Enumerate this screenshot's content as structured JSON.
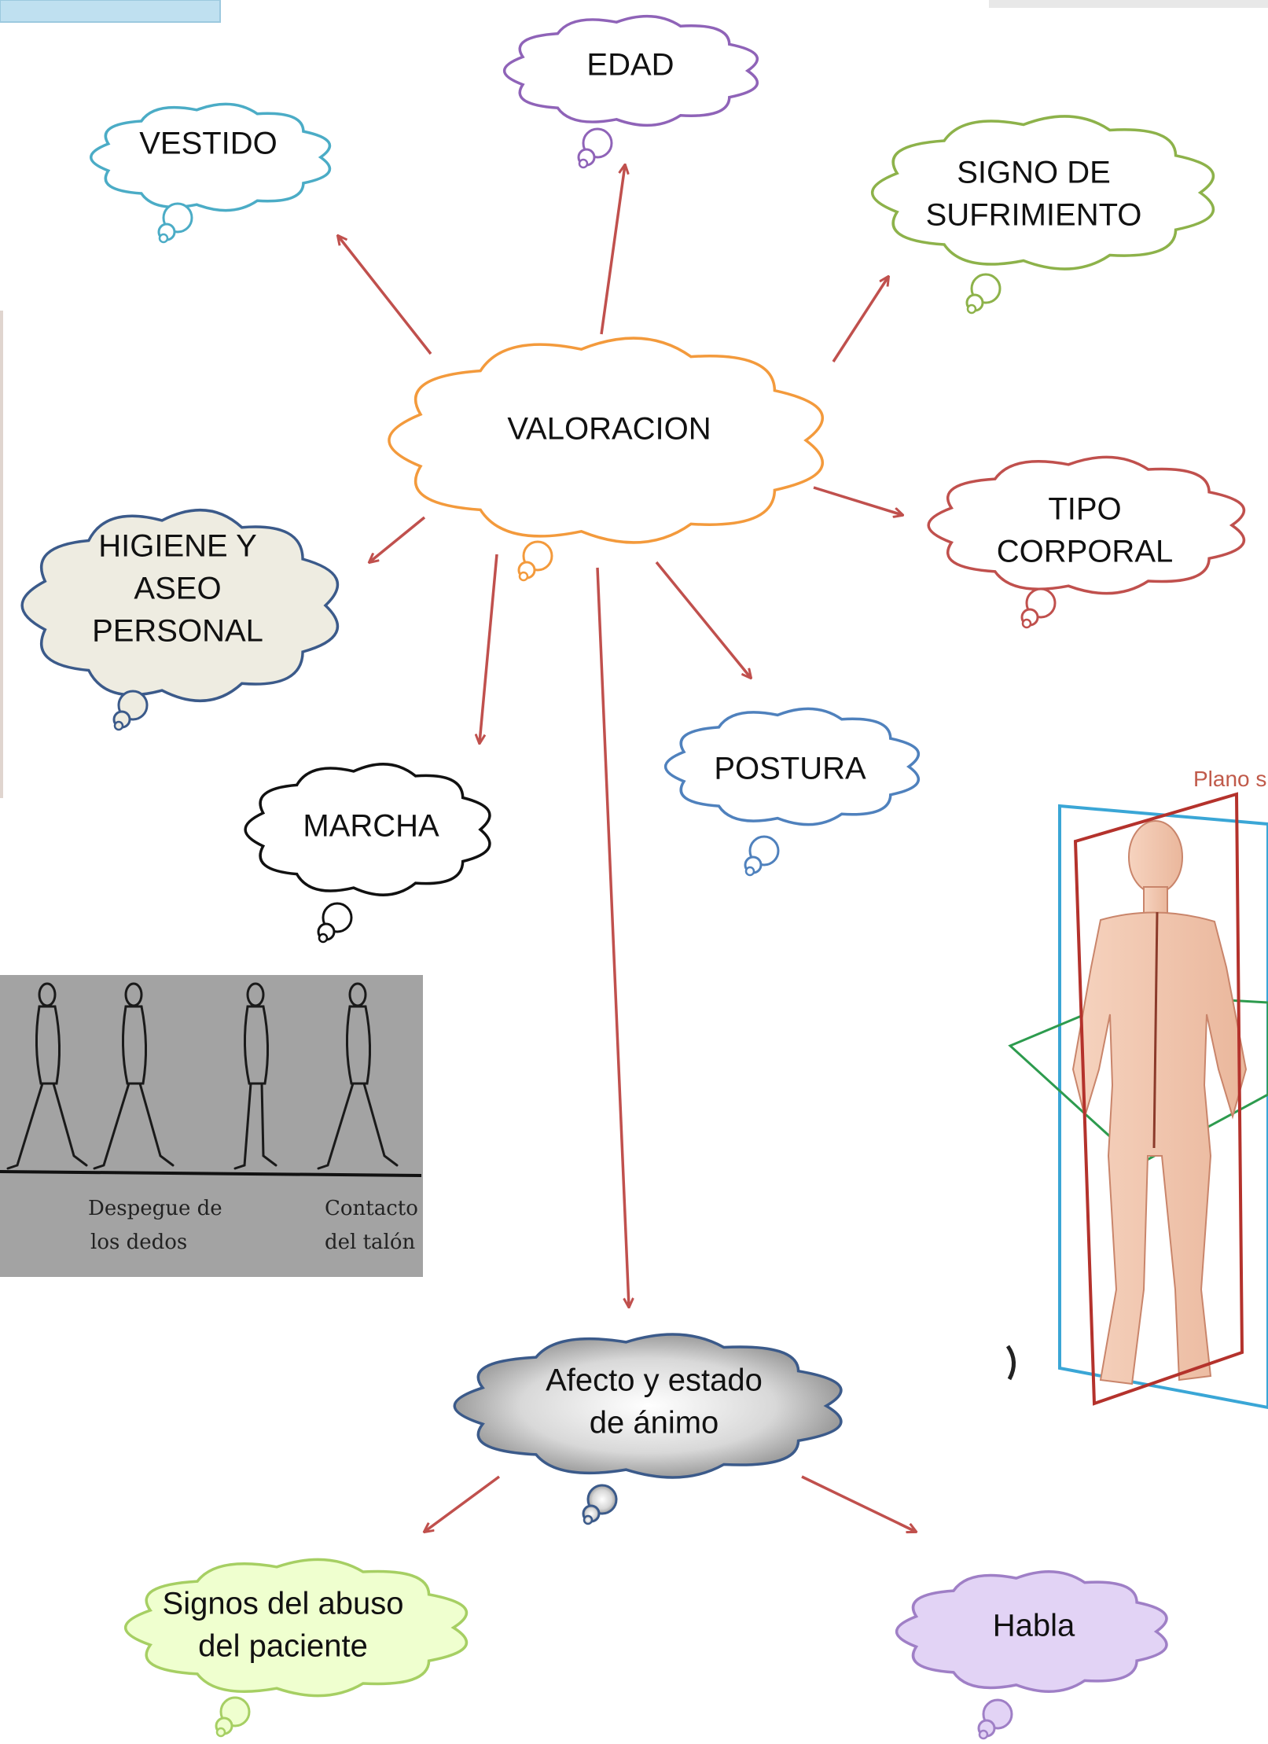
{
  "diagram": {
    "center": {
      "label": "VALORACION",
      "color": "#f39a3c"
    },
    "nodes": [
      {
        "id": "edad",
        "lines": [
          "EDAD"
        ],
        "color": "#8f63b8",
        "fill": "#ffffff"
      },
      {
        "id": "vestido",
        "lines": [
          "VESTIDO"
        ],
        "color": "#4bacc6",
        "fill": "#ffffff"
      },
      {
        "id": "signo",
        "lines": [
          "SIGNO DE",
          "SUFRIMIENTO"
        ],
        "color": "#8db24a",
        "fill": "#ffffff"
      },
      {
        "id": "tipo",
        "lines": [
          "TIPO",
          "CORPORAL"
        ],
        "color": "#c0504d",
        "fill": "#ffffff"
      },
      {
        "id": "higiene",
        "lines": [
          "HIGIENE Y",
          "ASEO",
          "PERSONAL"
        ],
        "color": "#3b5a8a",
        "fill": "#eeece1"
      },
      {
        "id": "marcha",
        "lines": [
          "MARCHA"
        ],
        "color": "#111111",
        "fill": "#ffffff"
      },
      {
        "id": "postura",
        "lines": [
          "POSTURA"
        ],
        "color": "#4f81bd",
        "fill": "#ffffff"
      },
      {
        "id": "afecto",
        "lines": [
          "Afecto y estado",
          "de ánimo"
        ],
        "color": "#3b5a8a",
        "fill": "gradient"
      },
      {
        "id": "abuso",
        "lines": [
          "Signos del abuso",
          "del paciente"
        ],
        "color": "#a6cf63",
        "fill": "#efffcf"
      },
      {
        "id": "habla",
        "lines": [
          "Habla"
        ],
        "color": "#9f7fc6",
        "fill": "#e2d3f5"
      }
    ],
    "arrow_color": "#c0504d"
  },
  "gait_image": {
    "caption_left": [
      "Despegue de",
      "los dedos"
    ],
    "caption_right": [
      "Contacto",
      "del talón"
    ]
  },
  "body_image": {
    "label": "Plano s"
  }
}
